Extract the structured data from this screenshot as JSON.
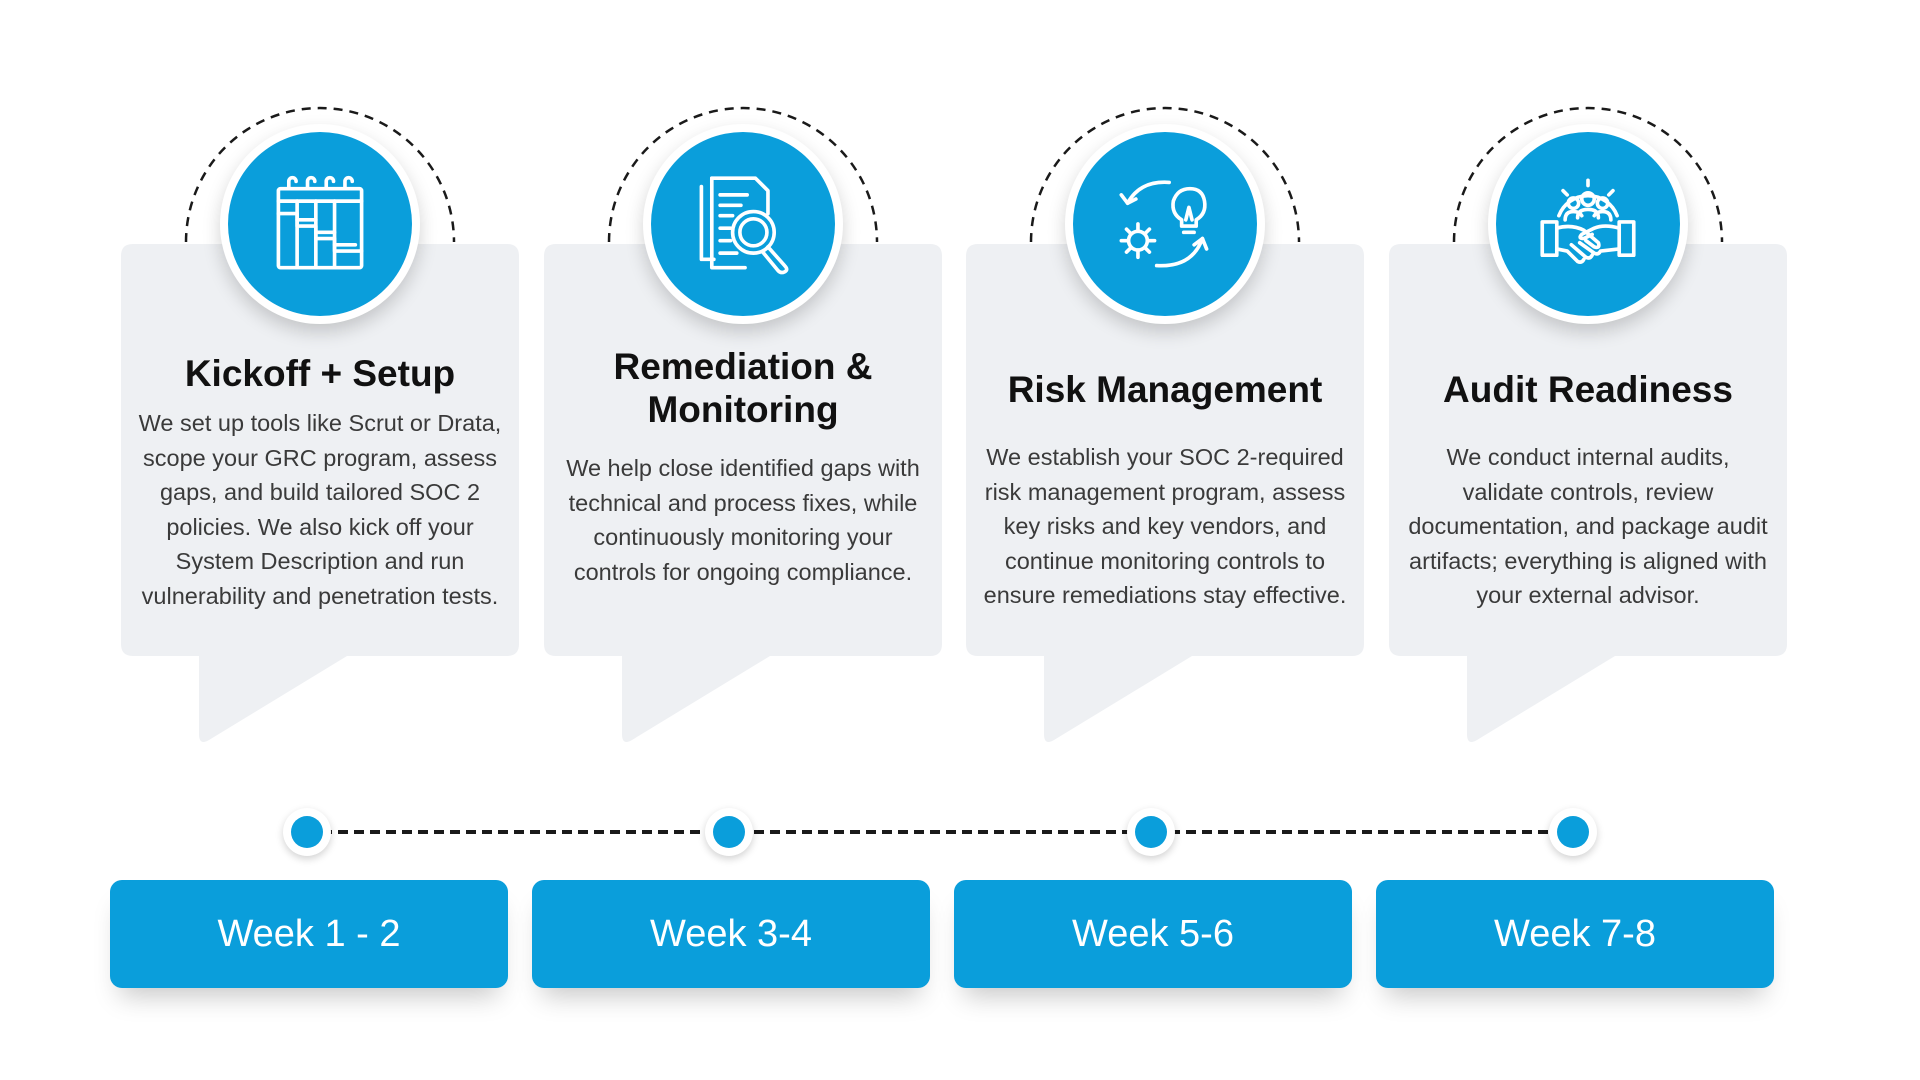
{
  "colors": {
    "accent": "#0a9edb",
    "card_background": "#eef0f3",
    "title_text": "#111111",
    "body_text": "#3a3a3a"
  },
  "stages": [
    {
      "icon": "calendar-steps-icon",
      "title": "Kickoff + Setup",
      "body": "We set up tools like Scrut or Drata, scope your GRC program, assess gaps, and build tailored SOC 2 policies. We also kick off your System Description and run vulnerability and penetration tests.",
      "week": "Week 1 - 2"
    },
    {
      "icon": "document-search-icon",
      "title": "Remediation & Monitoring",
      "body": "We help close identified gaps with technical and process fixes, while continuously monitoring your controls for ongoing compliance.",
      "week": "Week 3-4"
    },
    {
      "icon": "gear-idea-cycle-icon",
      "title": "Risk Management",
      "body": "We establish your SOC 2-required risk management program, assess key risks and key vendors, and continue monitoring controls to ensure remediations stay effective.",
      "week": "Week 5-6"
    },
    {
      "icon": "handshake-team-icon",
      "title": "Audit Readiness",
      "body": "We conduct internal audits, validate controls, review documentation, and package audit artifacts; everything is aligned with your external advisor.",
      "week": "Week 7-8"
    }
  ]
}
